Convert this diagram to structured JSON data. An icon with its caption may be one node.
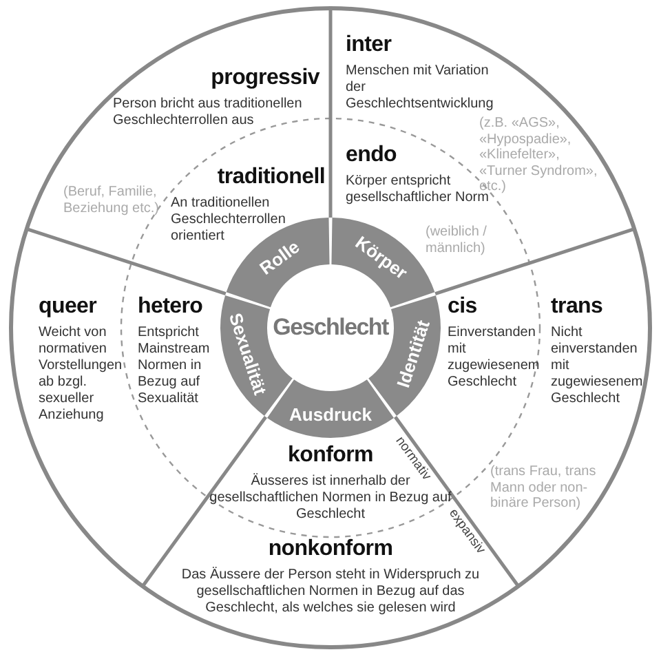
{
  "diagram": {
    "nodes": [
      {
        "text": [
          "progressiv",
          "Person bricht aus traditionellen Geschlechterrollen aus"
        ]
      },
      {
        "text": [
          "inter",
          "Menschen mit Variation der Geschlechtsentwicklung"
        ]
      },
      {
        "text": [
          "traditionell",
          "An traditionellen Geschlechterrollen orientiert"
        ]
      },
      {
        "text": [
          "endo",
          "Körper entspricht gesellschaftlicher Norm"
        ]
      },
      {
        "text": [
          "Rolle"
        ]
      },
      {
        "text": [
          "Körper"
        ]
      },
      {
        "text": [
          "queer",
          "Weicht von normativen Vorstellungen ab bzgl. sexueller Anziehung"
        ]
      },
      {
        "text": [
          "hetero",
          "Entspricht Mainstream Normen in Bezug auf Sexualität"
        ]
      },
      {
        "text": [
          "Geschlecht"
        ]
      },
      {
        "text": [
          "Sexualität"
        ]
      },
      {
        "text": [
          "Identität"
        ]
      },
      {
        "text": [
          "cis",
          "Einverstanden mit zugewiesenem Geschlecht"
        ]
      },
      {
        "text": [
          "trans",
          "Nicht einverstanden mit zugewiesenem Geschlecht"
        ]
      },
      {
        "text": [
          "Ausdruck"
        ]
      },
      {
        "text": [
          "konform",
          "Äusseres ist innerhalb der gesellschaftlichen Normen in Bezug auf Geschlecht"
        ]
      },
      {
        "text": [
          "nonkonform",
          "Das Äussere der Person steht in Widerspruch zu gesellschaftlichen Normen in Bezug auf das Geschlecht, als welches sie gelesen wird"
        ]
      }
    ],
    "labels": [
      "(z.B. «AGS», «Hypospadie», «Klinefelter», «Turner Syndrom», etc.)",
      "(Beruf, Familie, Beziehung etc.)",
      "(weiblich / männlich)",
      "normativ",
      "(trans Frau, trans Mann oder non-binäre Person)",
      "expansiv"
    ]
  }
}
